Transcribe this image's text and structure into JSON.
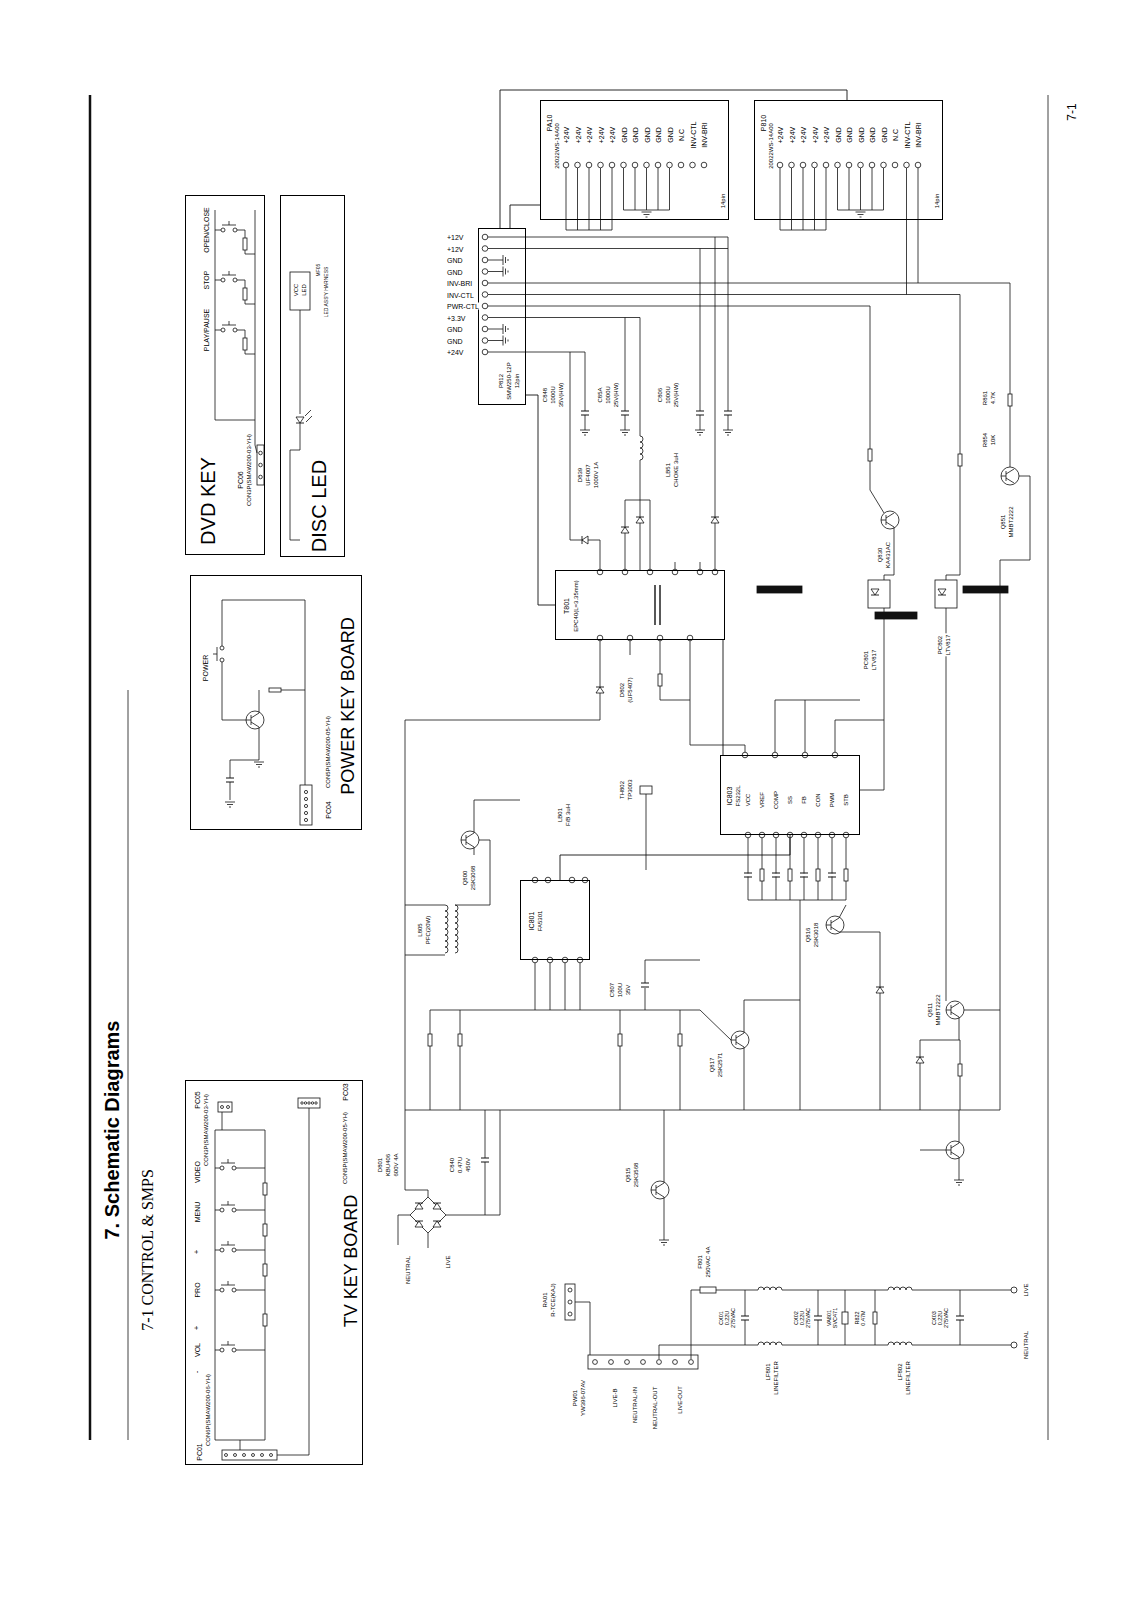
{
  "diagram": {
    "title": "7. Schematic Diagrams",
    "nodes": [
      {
        "text": [
          "DVD KEY"
        ]
      },
      {
        "text": [
          "DISC LED"
        ]
      },
      {
        "text": [
          "POWER KEY BOARD"
        ]
      },
      {
        "text": [
          "TV KEY BOARD"
        ]
      },
      {
        "text": [
          "T801",
          "EPC40(L=3.35mm)"
        ]
      },
      {
        "text": [
          "IC803",
          "FS232L"
        ]
      },
      {
        "text": [
          "IC801",
          "FA5301"
        ]
      },
      {
        "text": [
          "P812",
          "SMW250-12P",
          "12pin"
        ]
      },
      {
        "text": [
          "PA10",
          "20022WS-14A00",
          "14pin"
        ]
      },
      {
        "text": [
          "P810",
          "20022WS-14A00",
          "14pin"
        ]
      }
    ],
    "edges": [
      {
        "from": 5,
        "to": 4,
        "arrow": "none"
      },
      {
        "from": 4,
        "to": 7,
        "arrow": "none"
      },
      {
        "from": 7,
        "to": 8,
        "arrow": "none"
      },
      {
        "from": 7,
        "to": 9,
        "arrow": "none"
      },
      {
        "from": 6,
        "to": 5,
        "arrow": "none"
      }
    ],
    "labels": [
      "7-1 CONTROL & SMPS",
      "7-1",
      "PC05",
      "CON3P(SMAW200-03-YH)",
      "PC03",
      "CON5P(SMAW200-05-YH)",
      "PC01",
      "CON6P(SMAW200-06-YH)",
      "-",
      "VOL",
      "+",
      "PRO",
      "+",
      "MENU",
      "VIDEO",
      "POWER",
      "PC04",
      "CON5P(SMAW200-05-YH)",
      "PLAY/PAUSE",
      "STOP",
      "OPEN/CLOSE",
      "PC06",
      "CON3P(SMAW200-03-YH)",
      "VCC",
      "LED",
      "MF05",
      "LED ASS'Y HARNESS",
      "+12V",
      "+12V",
      "GND",
      "GND",
      "INV-BRI",
      "INV-CTL",
      "PWR-CTL",
      "+3.3V",
      "GND",
      "GND",
      "+24V",
      "+24V",
      "+24V",
      "+24V",
      "+24V",
      "+24V",
      "GND",
      "GND",
      "GND",
      "GND",
      "GND",
      "N.C",
      "INV-CTL",
      "INV-BRI",
      "+24V",
      "+24V",
      "+24V",
      "+24V",
      "+24V",
      "GND",
      "GND",
      "GND",
      "GND",
      "GND",
      "N.C",
      "INV-CTL",
      "INV-BRI",
      "VCC",
      "VREF",
      "COMP",
      "SS",
      "FB",
      "CON",
      "PWM",
      "STB",
      "D801",
      "KBU406",
      "600V 4A",
      "LIVE",
      "NEUTRAL",
      "C840",
      "0.47U",
      "450V",
      "L805",
      "PFC(20W)",
      "Q800",
      "2SK3068",
      "LB01",
      "F/B 3uH",
      "TH802",
      "TP3003",
      "D802",
      "(UF5407)",
      "D839",
      "UF4007",
      "1000V 1A",
      "C848",
      "1000U",
      "35V(HW)",
      "C85A",
      "1000U",
      "25V(HW)",
      "LB51",
      "CHOKE 3uH",
      "C806",
      "1000U",
      "25V(HW)",
      "PC801",
      "LTV817",
      "PC802",
      "LTV817",
      "Q830",
      "KA431AC",
      "Q851",
      "MMBT2222",
      "R854",
      "10K",
      "R861",
      "4.7K",
      "Q811",
      "MMBT2222",
      "Q816",
      "2SK3018",
      "Q817",
      "2SK2571",
      "Q815",
      "2SK3568",
      "C807",
      "100U",
      "35V",
      "RA01",
      "R-TCE(KAJ)",
      "PW01",
      "YW396-07AV",
      "LIVE-B",
      "NEUTRAL-IN",
      "NEUTRAL-OUT",
      "LIVE-OUT",
      "F801",
      "250VAC 4A",
      "CX01",
      "0.22U",
      "275VAC",
      "LF801",
      "LINEFILTER",
      "CX02",
      "0.22U",
      "275VAC",
      "VA801",
      "SVC471",
      "R822",
      "0.47M",
      "LF802",
      "LINEFILTER",
      "CX03",
      "0.22U",
      "275VAC",
      "LIVE",
      "NEUTRAL"
    ]
  }
}
